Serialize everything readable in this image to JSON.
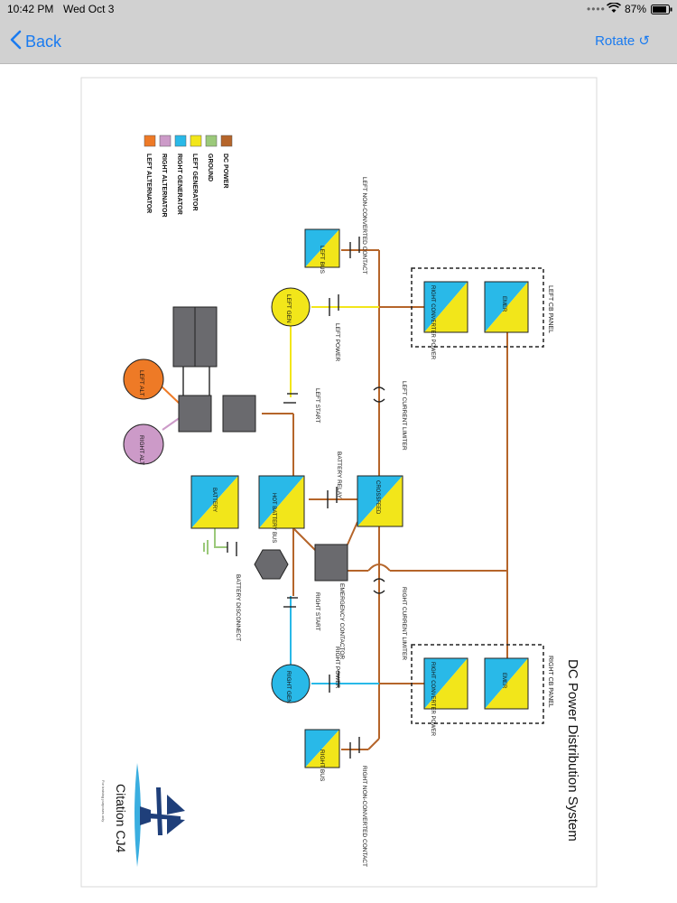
{
  "status_bar": {
    "time": "10:42 PM",
    "date": "Wed Oct 3",
    "battery": "87%"
  },
  "nav": {
    "back_label": "Back",
    "rotate_label": "Rotate ↺"
  },
  "colors": {
    "dc_power": "#b5652a",
    "ground": "#9bc97a",
    "left_generator": "#f2e61a",
    "right_generator": "#29b9e8",
    "right_alternator": "#cc9ac8",
    "left_alternator": "#ee7a26",
    "device_gray": "#6a6a6e",
    "ui_accent": "#1a7bf0"
  },
  "diagram": {
    "title": "DC Power Distribution System",
    "legend": [
      {
        "label": "DC POWER",
        "color": "#b5652a"
      },
      {
        "label": "GROUND",
        "color": "#9bc97a"
      },
      {
        "label": "LEFT GENERATOR",
        "color": "#f2e61a"
      },
      {
        "label": "RIGHT GENERATOR",
        "color": "#29b9e8"
      },
      {
        "label": "RIGHT ALTERNATOR",
        "color": "#cc9ac8"
      },
      {
        "label": "LEFT ALTERNATOR",
        "color": "#ee7a26"
      }
    ],
    "panels": {
      "left": "LEFT CB PANEL",
      "right": "RIGHT CB PANEL"
    },
    "buses": {
      "left_bus": "LEFT BUS",
      "right_bus": "RIGHT BUS",
      "left_emer": "EMER",
      "right_emer": "EMER",
      "left_conv": "RIGHT CONVERTER POWER",
      "right_conv": "RIGHT CONVERTER POWER",
      "crossfeed": "CROSSFEED",
      "hot_battery": "HOT BATTERY BUS",
      "battery": "BATTERY"
    },
    "sources": {
      "left_gen": "LEFT GEN",
      "right_gen": "RIGHT GEN",
      "left_alt": "LEFT ALT",
      "right_alt": "RIGHT ALT"
    },
    "labels": {
      "left_nonconv": "LEFT NON-CONVERTED CONTACT",
      "right_nonconv": "RIGHT NON-CONVERTED CONTACT",
      "left_power": "LEFT POWER",
      "right_power": "RIGHT POWER",
      "left_start": "LEFT START",
      "right_start": "RIGHT START",
      "left_limiter": "LEFT CURRENT LIMITER",
      "right_limiter": "RIGHT CURRENT LIMITER",
      "battery_relay": "BATTERY RELAY",
      "emergency_contactor": "EMERGENCY CONTACTOR",
      "battery_disconnect": "BATTERY DISCONNECT"
    },
    "branding": {
      "logo_text": "Citation CJ4",
      "fine_print": "For training purposes only"
    }
  }
}
